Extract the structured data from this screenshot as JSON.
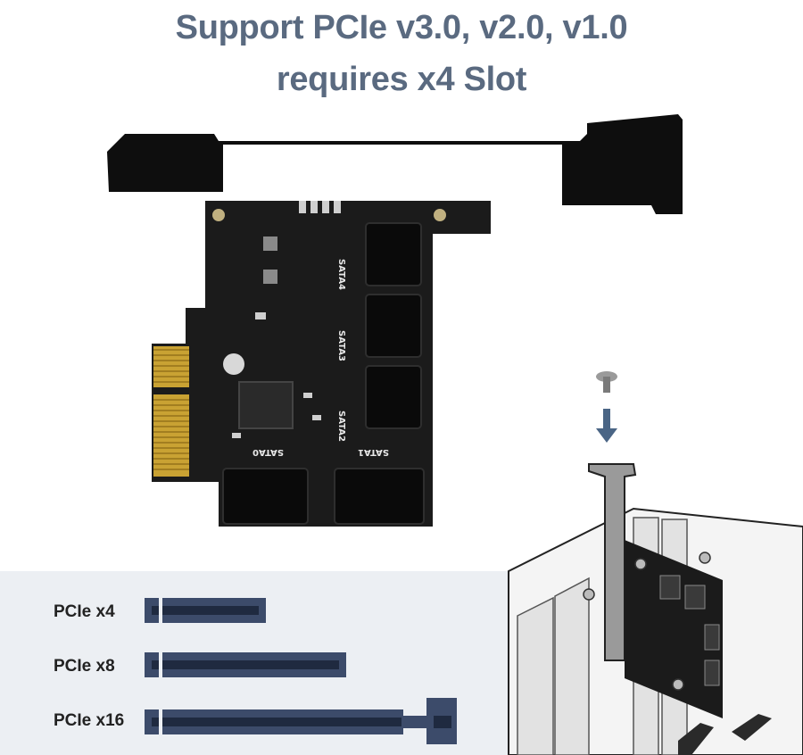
{
  "headline": {
    "line1": "Support PCIe v3.0, v2.0, v1.0",
    "line2": "requires x4 Slot"
  },
  "board_silkscreen": {
    "ports": [
      "SATA0",
      "SATA1",
      "SATA2",
      "SATA3",
      "SATA4"
    ]
  },
  "slots": [
    {
      "label": "PCIe x4"
    },
    {
      "label": "PCIe x8"
    },
    {
      "label": "PCIe x16"
    }
  ],
  "colors": {
    "headline": "#5a6a80",
    "slot_panel_bg": "#eceff3",
    "slot_fill": "#3c4b6a",
    "slot_pins": "#1f2a40",
    "pcb": "#1b1b1b",
    "gold_fingers": "#c9a233",
    "bracket": "#0e0e0e",
    "arrow": "#4a6585"
  },
  "icons": [
    "screw-icon",
    "down-arrow-icon"
  ]
}
